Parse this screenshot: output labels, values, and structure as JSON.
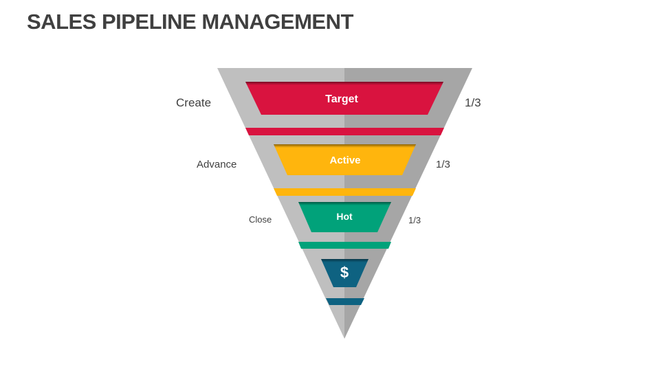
{
  "title": "SALES PIPELINE MANAGEMENT",
  "funnel": {
    "colors": {
      "left_gray": "#BFBFBF",
      "right_gray": "#A6A6A6"
    },
    "stages": [
      {
        "name": "Target",
        "left_label": "Create",
        "right_label": "1/3",
        "color": "#D9133F"
      },
      {
        "name": "Active",
        "left_label": "Advance",
        "right_label": "1/3",
        "color": "#FFB50D"
      },
      {
        "name": "Hot",
        "left_label": "Close",
        "right_label": "1/3",
        "color": "#01A27A"
      },
      {
        "name": "$",
        "icon": "dollar-icon",
        "color": "#0E6281"
      }
    ]
  }
}
